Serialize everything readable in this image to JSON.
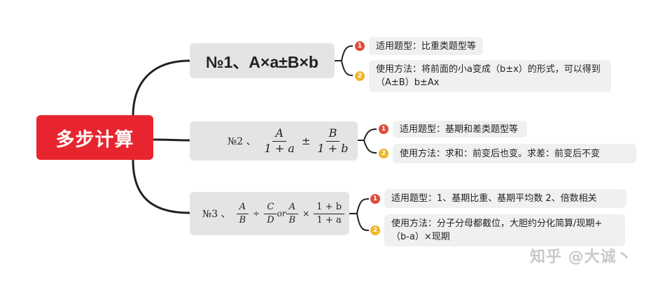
{
  "root": {
    "label": "多步计算"
  },
  "branches": [
    {
      "topic": "№1、A×a±B×b",
      "items": [
        {
          "badge": "1",
          "text": "适用题型：比重类题型等"
        },
        {
          "badge": "2",
          "text": "使用方法：将前面的小a变成（b±x）的形式，可以得到（A±B）b±Ax"
        }
      ]
    },
    {
      "topic": {
        "prefix": "№2 、",
        "frac1": {
          "num": "A",
          "den": "1 + a"
        },
        "op": "±",
        "frac2": {
          "num": "B",
          "den": "1 + b"
        }
      },
      "items": [
        {
          "badge": "1",
          "text": "适用题型：基期和差类题型等"
        },
        {
          "badge": "2",
          "text": "使用方法：求和：前变后也变。求差：前变后不变"
        }
      ]
    },
    {
      "topic": {
        "prefix": "№3 、",
        "frac1": {
          "num": "A",
          "den": "B"
        },
        "op1": "÷",
        "frac2": {
          "num": "C",
          "den": "D"
        },
        "or": "or",
        "frac3": {
          "num": "A",
          "den": "B"
        },
        "op2": "×",
        "frac4": {
          "num": "1 + b",
          "den": "1 + a"
        }
      },
      "items": [
        {
          "badge": "1",
          "text": "适用题型：1、基期比重、基期平均数 2、倍数相关"
        },
        {
          "badge": "2",
          "text": "使用方法：分子分母都截位，大胆约分化简算/现期+（b-a）×现期"
        }
      ]
    }
  ],
  "watermark": "知乎 @大诚丶",
  "colors": {
    "root_bg": "#e8252f",
    "topic_bg": "#e4e4e4",
    "sub_bg": "#f0f0f0",
    "badge1": "#e14b3c",
    "badge2": "#f0b626",
    "connector": "#222222"
  }
}
